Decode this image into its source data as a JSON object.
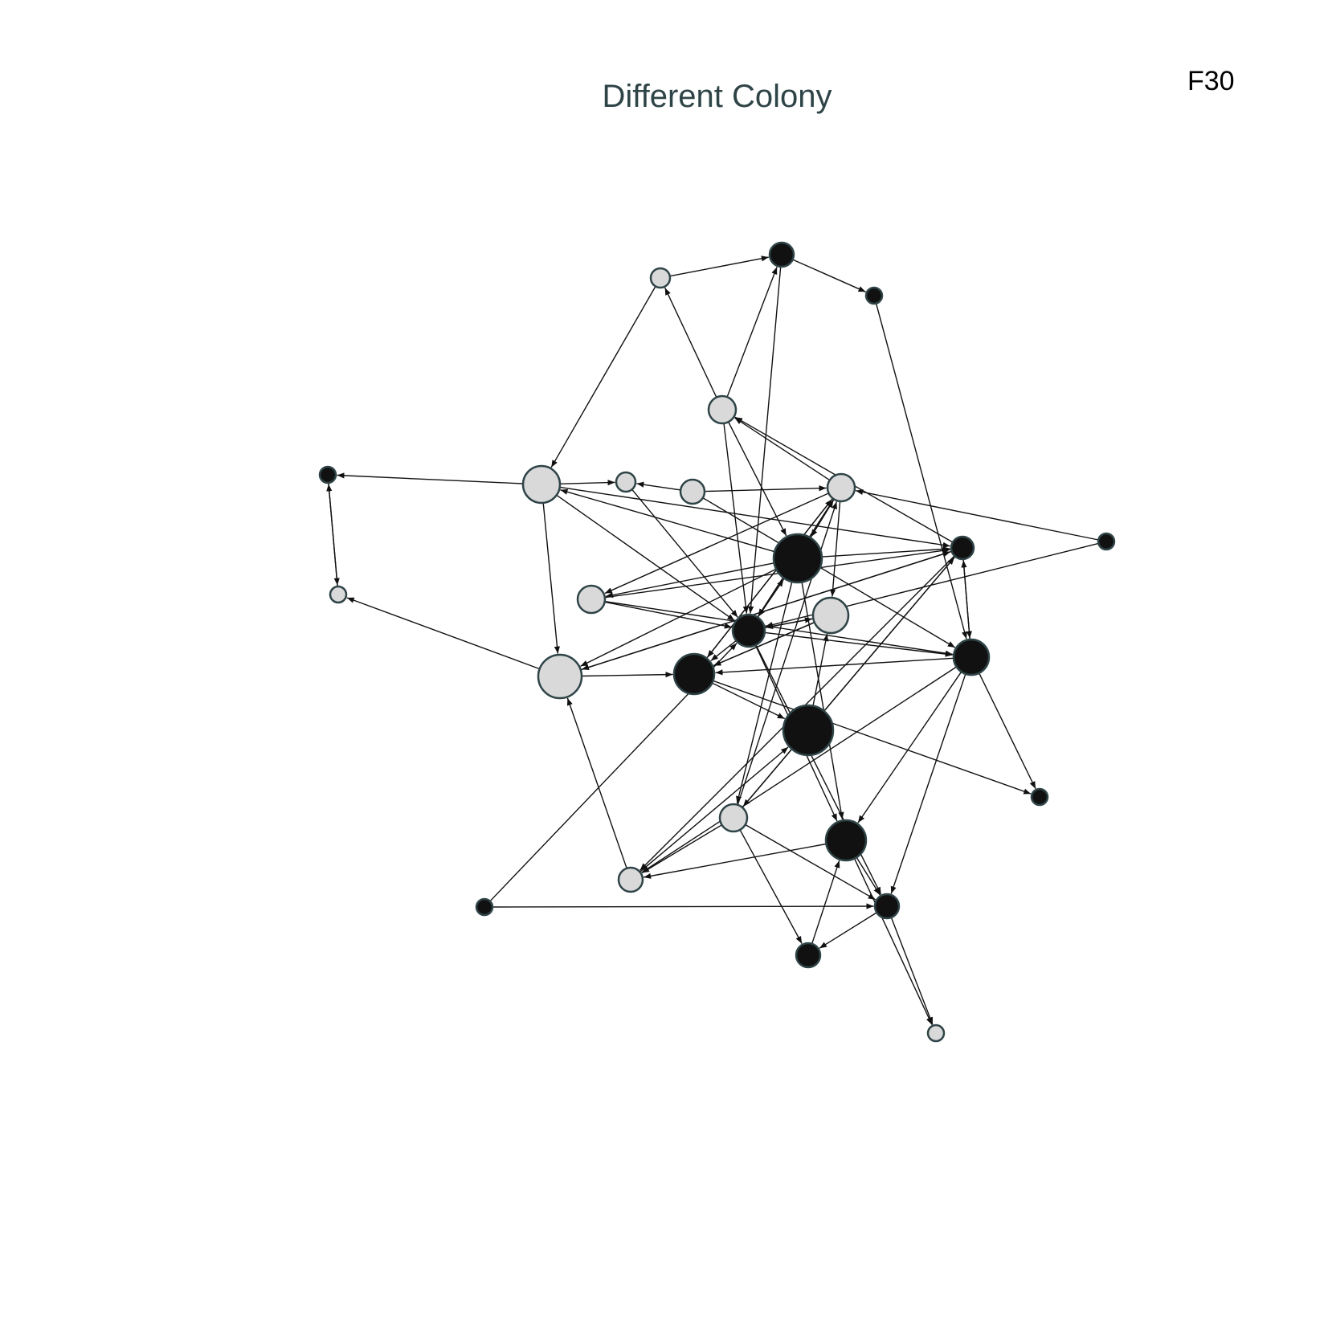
{
  "header": {
    "title": "Different Colony",
    "panel_label": "F30"
  },
  "colors": {
    "dark_node": "#111111",
    "light_node": "#d9d9d9",
    "node_stroke": "#2f4447",
    "edge": "#111111",
    "title": "#2f4447"
  },
  "network": {
    "nodes": [
      {
        "id": "n1",
        "fill": "dark"
      },
      {
        "id": "n2",
        "fill": "light"
      },
      {
        "id": "n3",
        "fill": "dark"
      },
      {
        "id": "n4",
        "fill": "light"
      },
      {
        "id": "n5",
        "fill": "dark"
      },
      {
        "id": "n6",
        "fill": "light"
      },
      {
        "id": "n7",
        "fill": "light"
      },
      {
        "id": "n8",
        "fill": "light"
      },
      {
        "id": "n9",
        "fill": "light"
      },
      {
        "id": "n10",
        "fill": "dark"
      },
      {
        "id": "n11",
        "fill": "light"
      },
      {
        "id": "n12",
        "fill": "dark"
      },
      {
        "id": "n13",
        "fill": "dark"
      },
      {
        "id": "n14",
        "fill": "light"
      },
      {
        "id": "n15",
        "fill": "light"
      },
      {
        "id": "n16",
        "fill": "dark"
      },
      {
        "id": "n17",
        "fill": "dark"
      },
      {
        "id": "n18",
        "fill": "light"
      },
      {
        "id": "n19",
        "fill": "dark"
      },
      {
        "id": "n20",
        "fill": "dark"
      },
      {
        "id": "n21",
        "fill": "dark"
      },
      {
        "id": "n22",
        "fill": "light"
      },
      {
        "id": "n23",
        "fill": "dark"
      },
      {
        "id": "n24",
        "fill": "light"
      },
      {
        "id": "n25",
        "fill": "dark"
      },
      {
        "id": "n26",
        "fill": "dark"
      },
      {
        "id": "n27",
        "fill": "dark"
      },
      {
        "id": "n28",
        "fill": "light"
      }
    ],
    "edges": [
      {
        "from": "n2",
        "to": "n1"
      },
      {
        "from": "n1",
        "to": "n3"
      },
      {
        "from": "n2",
        "to": "n6"
      },
      {
        "from": "n4",
        "to": "n2"
      },
      {
        "from": "n4",
        "to": "n1"
      },
      {
        "from": "n4",
        "to": "n13"
      },
      {
        "from": "n4",
        "to": "n12"
      },
      {
        "from": "n1",
        "to": "n13"
      },
      {
        "from": "n3",
        "to": "n17"
      },
      {
        "from": "n6",
        "to": "n5"
      },
      {
        "from": "n6",
        "to": "n7"
      },
      {
        "from": "n6",
        "to": "n13"
      },
      {
        "from": "n6",
        "to": "n16"
      },
      {
        "from": "n6",
        "to": "n18"
      },
      {
        "from": "n11",
        "to": "n5"
      },
      {
        "from": "n5",
        "to": "n11"
      },
      {
        "from": "n8",
        "to": "n7"
      },
      {
        "from": "n8",
        "to": "n9"
      },
      {
        "from": "n8",
        "to": "n17"
      },
      {
        "from": "n7",
        "to": "n13"
      },
      {
        "from": "n9",
        "to": "n4"
      },
      {
        "from": "n9",
        "to": "n14"
      },
      {
        "from": "n9",
        "to": "n13"
      },
      {
        "from": "n9",
        "to": "n15"
      },
      {
        "from": "n9",
        "to": "n12"
      },
      {
        "from": "n10",
        "to": "n9"
      },
      {
        "from": "n10",
        "to": "n13"
      },
      {
        "from": "n13",
        "to": "n15"
      },
      {
        "from": "n13",
        "to": "n17"
      },
      {
        "from": "n13",
        "to": "n19"
      },
      {
        "from": "n13",
        "to": "n12"
      },
      {
        "from": "n13",
        "to": "n23"
      },
      {
        "from": "n13",
        "to": "n25"
      },
      {
        "from": "n12",
        "to": "n14"
      },
      {
        "from": "n12",
        "to": "n18"
      },
      {
        "from": "n12",
        "to": "n16"
      },
      {
        "from": "n12",
        "to": "n13"
      },
      {
        "from": "n12",
        "to": "n6"
      },
      {
        "from": "n12",
        "to": "n22"
      },
      {
        "from": "n12",
        "to": "n23"
      },
      {
        "from": "n16",
        "to": "n17"
      },
      {
        "from": "n16",
        "to": "n18"
      },
      {
        "from": "n16",
        "to": "n4"
      },
      {
        "from": "n16",
        "to": "n24"
      },
      {
        "from": "n17",
        "to": "n16"
      },
      {
        "from": "n17",
        "to": "n24"
      },
      {
        "from": "n17",
        "to": "n25"
      },
      {
        "from": "n17",
        "to": "n21"
      },
      {
        "from": "n17",
        "to": "n23"
      },
      {
        "from": "n17",
        "to": "n19"
      },
      {
        "from": "n18",
        "to": "n11"
      },
      {
        "from": "n18",
        "to": "n19"
      },
      {
        "from": "n18",
        "to": "n16"
      },
      {
        "from": "n14",
        "to": "n16"
      },
      {
        "from": "n14",
        "to": "n13"
      },
      {
        "from": "n14",
        "to": "n17"
      },
      {
        "from": "n15",
        "to": "n13"
      },
      {
        "from": "n15",
        "to": "n19"
      },
      {
        "from": "n20",
        "to": "n15"
      },
      {
        "from": "n15",
        "to": "n19"
      },
      {
        "from": "n19",
        "to": "n20"
      },
      {
        "from": "n19",
        "to": "n9"
      },
      {
        "from": "n19",
        "to": "n21"
      },
      {
        "from": "n9",
        "to": "n19"
      },
      {
        "from": "n22",
        "to": "n16"
      },
      {
        "from": "n22",
        "to": "n24"
      },
      {
        "from": "n22",
        "to": "n9"
      },
      {
        "from": "n22",
        "to": "n25"
      },
      {
        "from": "n22",
        "to": "n26"
      },
      {
        "from": "n24",
        "to": "n18"
      },
      {
        "from": "n24",
        "to": "n20"
      },
      {
        "from": "n23",
        "to": "n24"
      },
      {
        "from": "n23",
        "to": "n25"
      },
      {
        "from": "n26",
        "to": "n23"
      },
      {
        "from": "n25",
        "to": "n26"
      },
      {
        "from": "n23",
        "to": "n28"
      },
      {
        "from": "n27",
        "to": "n13"
      },
      {
        "from": "n27",
        "to": "n25"
      },
      {
        "from": "n25",
        "to": "n28"
      },
      {
        "from": "n16",
        "to": "n22"
      },
      {
        "from": "n12",
        "to": "n9"
      }
    ]
  }
}
